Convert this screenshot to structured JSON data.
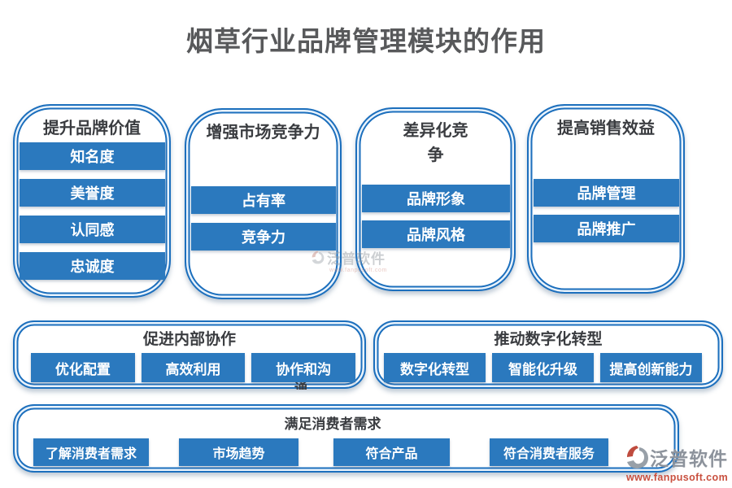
{
  "title": "烟草行业品牌管理模块的作用",
  "cards": [
    {
      "title": "提升品牌价值",
      "items": [
        "知名度",
        "美誉度",
        "认同感",
        "忠诚度"
      ]
    },
    {
      "title": "增强市场竞争力",
      "items": [
        "占有率",
        "竞争力"
      ]
    },
    {
      "title": "差异化竞争",
      "items": [
        "品牌形象",
        "品牌风格"
      ]
    },
    {
      "title": "提高销售效益",
      "items": [
        "品牌管理",
        "品牌推广"
      ]
    },
    {
      "title": "促进内部协作",
      "items": [
        "优化配置",
        "高效利用",
        "协作和沟"
      ],
      "clipped_text": "通"
    },
    {
      "title": "推动数字化转型",
      "items": [
        "数字化转型",
        "智能化升级",
        "提高创新能力"
      ]
    },
    {
      "title": "满足消费者需求",
      "items": [
        "了解消费者需求",
        "市场趋势",
        "符合产品",
        "符合消费者服务"
      ]
    }
  ],
  "watermark": {
    "text": "泛普软件",
    "subtext": "www.fanpusoft.com"
  },
  "logo": {
    "name": "泛普软件",
    "url": "www.fanpusoft.com"
  },
  "colors": {
    "bar_blue": "#2B79BE",
    "border_blue": "#1C6FBD",
    "main_title_gray": "#58595B",
    "card_title_gray": "#3A3C40",
    "logo_gray": "#8D939C",
    "logo_red": "#C9503F"
  }
}
